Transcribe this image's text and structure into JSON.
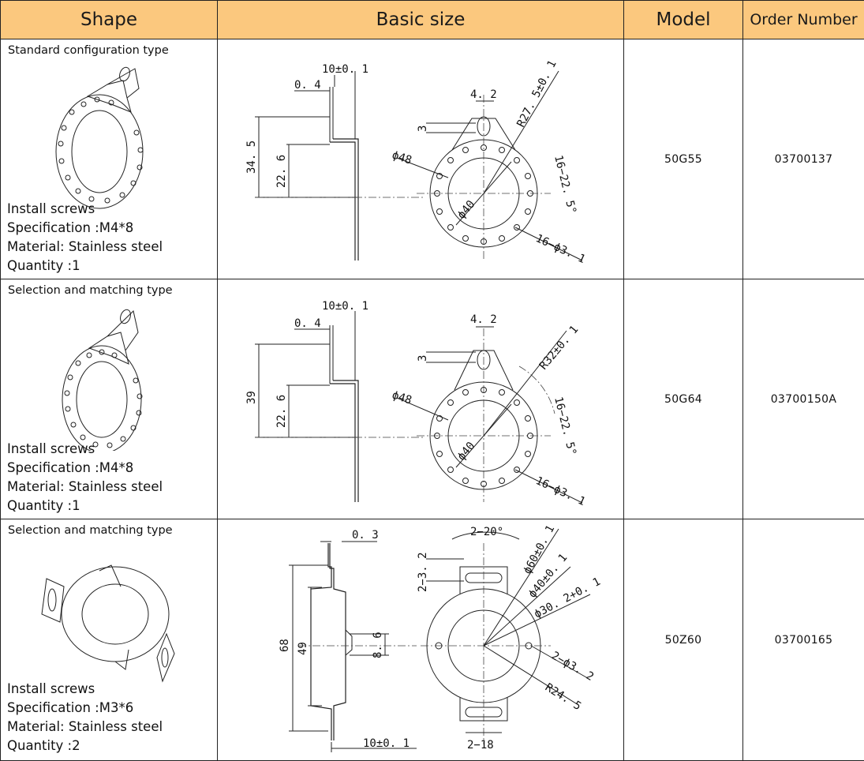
{
  "headers": {
    "shape": "Shape",
    "basic_size": "Basic size",
    "model": "Model",
    "order_number": "Order Number"
  },
  "rows": [
    {
      "type_label": "Standard configuration type",
      "install": "Install screws",
      "spec": "Specification :M4*8",
      "material": "Material: Stainless steel",
      "quantity": "Quantity :1",
      "model": "50G55",
      "order": "03700137",
      "dims": {
        "thickness": "0. 4",
        "width": "10±0. 1",
        "height": "34. 5",
        "inner_height": "22. 6",
        "tab_width": "4. 2",
        "tab_h": "3",
        "radius": "R27. 5±0. 1",
        "outer_dia": "ϕ48",
        "inner_dia": "ϕ40",
        "angle": "16−22. 5°",
        "holes": "16−ϕ3. 1"
      }
    },
    {
      "type_label": "Selection and matching type",
      "install": "Install screws",
      "spec": "Specification :M4*8",
      "material": "Material: Stainless steel",
      "quantity": "Quantity :1",
      "model": "50G64",
      "order": "03700150A",
      "dims": {
        "thickness": "0. 4",
        "width": "10±0. 1",
        "height": "39",
        "inner_height": "22. 6",
        "tab_width": "4. 2",
        "tab_h": "3",
        "radius": "R32±0. 1",
        "outer_dia": "ϕ48",
        "inner_dia": "ϕ40",
        "angle": "16−22. 5°",
        "holes": "16−ϕ3. 1"
      }
    },
    {
      "type_label": "Selection and matching type",
      "install": "Install screws",
      "spec": "Specification :M3*6",
      "material": "Material: Stainless steel",
      "quantity": "Quantity :2",
      "model": "50Z60",
      "order": "03700165",
      "dims": {
        "thickness": "0. 3",
        "width": "10±0. 1",
        "height": "68",
        "inner_height": "49",
        "step": "8. 6",
        "tab_angle": "2−20°",
        "slot": "2−3. 2",
        "outer_dia": "ϕ60±0. 1",
        "inner_dia": "ϕ40±0. 1",
        "bore_dia": "ϕ30. 2+0. 1",
        "holes": "2−ϕ3. 2",
        "radius": "R24. 5",
        "slot_len": "2−18"
      }
    }
  ]
}
